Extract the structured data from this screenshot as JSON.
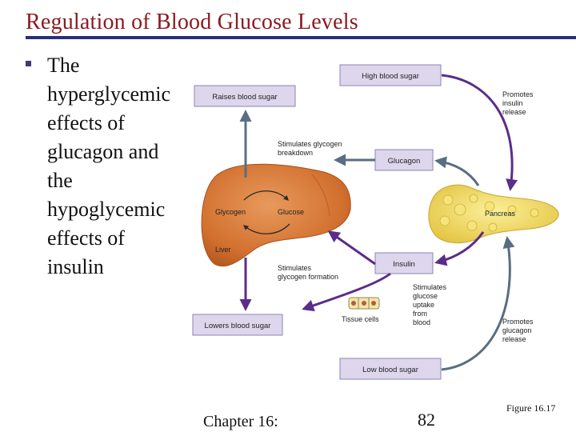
{
  "slide": {
    "title": "Regulation of Blood Glucose Levels",
    "bullet": {
      "lines": [
        "The",
        "hyperglycemic",
        "effects of",
        "glucagon and",
        "the",
        "hypoglycemic",
        "effects of",
        "insulin"
      ]
    },
    "footer": {
      "chapter": "Chapter 16:",
      "page": "82",
      "figure": "Figure 16.17"
    }
  },
  "diagram": {
    "boxes": {
      "high_blood_sugar": "High blood sugar",
      "raises_blood_sugar": "Raises blood sugar",
      "glucagon": "Glucagon",
      "insulin": "Insulin",
      "lowers_blood_sugar": "Lowers blood sugar",
      "low_blood_sugar": "Low blood sugar"
    },
    "labels": {
      "promotes_insulin": [
        "Promotes",
        "insulin",
        "release"
      ],
      "stim_breakdown": [
        "Stimulates glycogen",
        "breakdown"
      ],
      "glycogen": "Glycogen",
      "glucose": "Glucose",
      "liver": "Liver",
      "pancreas": "Pancreas",
      "stim_formation": [
        "Stimulates",
        "glycogen formation"
      ],
      "stim_uptake": [
        "Stimulates",
        "glucose",
        "uptake",
        "from",
        "blood"
      ],
      "tissue_cells": "Tissue cells",
      "promotes_glucagon": [
        "Promotes",
        "glucagon",
        "release"
      ]
    },
    "colors": {
      "box_fill": "#ddd6ec",
      "box_border": "#8a86b0",
      "insulin_arrow": "#5b2d8a",
      "glucagon_arrow": "#5a6e82",
      "liver": "#d97a3a",
      "pancreas": "#eed45a",
      "title": "#8b1a22",
      "rule": "#2b2d7d"
    }
  }
}
